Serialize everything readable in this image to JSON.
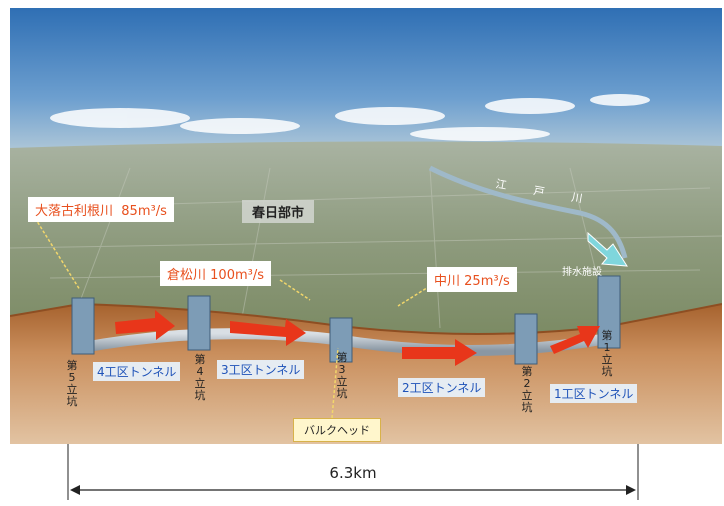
{
  "city": "春日部市",
  "river_name": "江 戸 川",
  "facility": "排水施設",
  "inflows": [
    {
      "name": "大落古利根川",
      "flow": "85m³/s"
    },
    {
      "name": "倉松川",
      "flow": "100m³/s"
    },
    {
      "name": "中川",
      "flow": "25m³/s"
    }
  ],
  "shafts": [
    "第5立坑",
    "第4立坑",
    "第3立坑",
    "第2立坑",
    "第1立坑"
  ],
  "tunnels": [
    "4工区トンネル",
    "3工区トンネル",
    "2工区トンネル",
    "1工区トンネル"
  ],
  "bulkhead": "バルクヘッド",
  "distance": "6.3km",
  "colors": {
    "inflow_text": "#e8501e",
    "tunnel_text": "#1e52b8",
    "flow_arrow": "#e8361a",
    "outlet_arrow": "#7fd6dc"
  }
}
